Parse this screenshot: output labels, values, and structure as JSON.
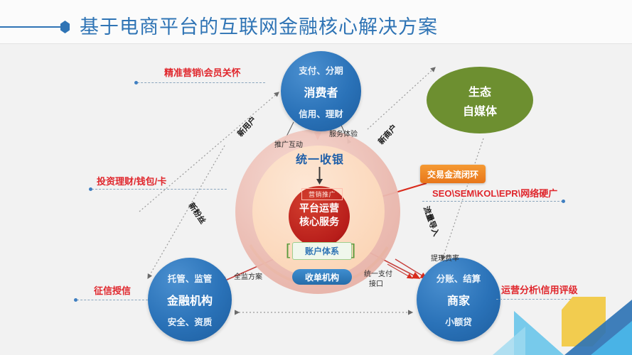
{
  "header": {
    "title": "基于电商平台的互联网金融核心解决方案"
  },
  "center": {
    "ring_title": "统一收银",
    "core_badge": "营销推广",
    "core_line1": "平台运营",
    "core_line2": "核心服务",
    "account_box": "账户体系",
    "bracket_left": "[",
    "bracket_right": "]",
    "acquirer_pill": "收单机构"
  },
  "nodes": {
    "consumer": {
      "top": "支付、分期",
      "main": "消费者",
      "bottom": "信用、理财"
    },
    "financial": {
      "top": "托管、监管",
      "main": "金融机构",
      "bottom": "安全、资质"
    },
    "merchant": {
      "top": "分账、结算",
      "main": "商家",
      "bottom": "小额贷"
    },
    "ecosystem": {
      "line1": "生态",
      "line2": "自媒体"
    }
  },
  "left_labels": [
    {
      "text": "精准营销\\会员关怀"
    },
    {
      "text": "投资理财/钱包/卡"
    },
    {
      "text": "征信授信"
    }
  ],
  "right_labels": [
    {
      "text": "SEO\\SEM\\KOL\\EPR\\网络硬广"
    },
    {
      "text": "运营分析\\信用评级"
    }
  ],
  "badge": {
    "text": "交易金流闭环"
  },
  "annotations": {
    "new_user": "新用户",
    "new_fans": "新粉丝",
    "new_merchant": "新商户",
    "traffic_in": "流量导入",
    "promo_interaction": "推广互动",
    "service_experience": "服务体验",
    "full_supervision": "全监方案",
    "withdraw_fee": "提现费率",
    "unified_pay_1": "统一支付",
    "unified_pay_2": "接口"
  },
  "colors": {
    "brand_blue": "#2f74b5",
    "accent_red": "#e0262c",
    "accent_orange": "#e8761a",
    "eco_green": "#6d8f30",
    "core_red": "#b71d1a"
  }
}
